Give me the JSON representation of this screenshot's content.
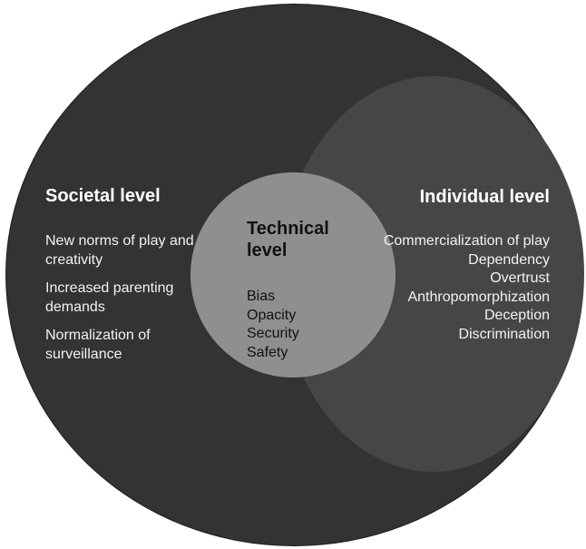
{
  "societal": {
    "heading": "Societal level",
    "items": [
      "New norms of play and creativity",
      "Increased parenting demands",
      "Normalization of surveillance"
    ]
  },
  "individual": {
    "heading": "Individual level",
    "items": [
      "Commercialization of play",
      "Dependency",
      "Overtrust",
      "Anthropomorphization",
      "Deception",
      "Discrimination"
    ]
  },
  "technical": {
    "heading": "Technical level",
    "items": [
      "Bias",
      "Opacity",
      "Security",
      "Safety"
    ]
  },
  "colors": {
    "outer_fill": "#333333",
    "individual_fill": "#464646",
    "technical_fill": "#8f8f8f",
    "light_text": "#ffffff",
    "dark_text": "#111111"
  }
}
